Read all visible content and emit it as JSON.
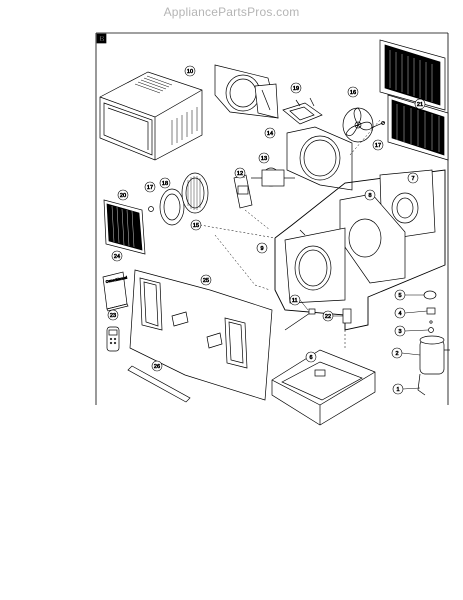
{
  "watermark": "AppliancePartsPros.com",
  "section_letter": "B",
  "manual_label": "OwnerManual",
  "callouts": [
    "10",
    "19",
    "16",
    "21",
    "17",
    "14",
    "13",
    "12",
    "18",
    "7",
    "8",
    "20",
    "17",
    "15",
    "9",
    "24",
    "25",
    "11",
    "5",
    "22",
    "4",
    "23",
    "3",
    "2",
    "6",
    "26",
    "1"
  ]
}
